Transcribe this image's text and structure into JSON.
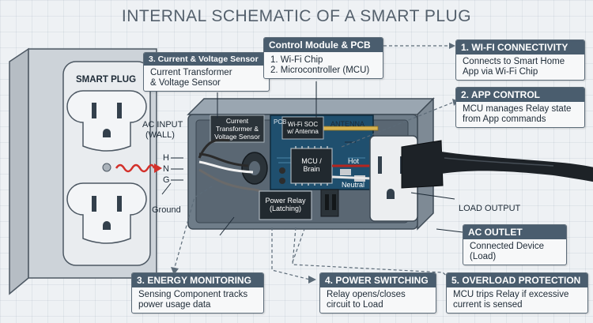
{
  "title": "INTERNAL SCHEMATIC OF A SMART PLUG",
  "wall": {
    "label": "SMART PLUG"
  },
  "ac_input": {
    "line1": "AC INPUT",
    "line2": "(WALL)",
    "h": "H",
    "n": "N",
    "g": "G",
    "ground": "Ground"
  },
  "pcb": {
    "pcb_label": "PCB",
    "antenna_label": "ANTENNA",
    "wifi_soc_line1": "Wi-Fi SOC",
    "wifi_soc_line2": "w/ Antenna",
    "mcu_line1": "MCU /",
    "mcu_line2": "Brain",
    "ct_line1": "Current",
    "ct_line2": "Transformer &",
    "ct_line3": "Voltage Sensor",
    "relay_line1": "Power Relay",
    "relay_line2": "(Latching)",
    "hot": "Hot",
    "neutral": "Neutral"
  },
  "load_output": "LOAD OUTPUT",
  "boxes": {
    "sensor": {
      "header": "3. Current & Voltage Sensor",
      "lines": [
        "Current Transformer",
        "& Voltage Sensor"
      ]
    },
    "control": {
      "header": "Control Module & PCB",
      "lines": [
        "1. Wi-Fi Chip",
        "2. Microcontroller (MCU)"
      ]
    },
    "wifi": {
      "header": "1. WI-FI CONNECTIVITY",
      "lines": [
        "Connects to Smart Home",
        "App via Wi-Fi Chip"
      ]
    },
    "app": {
      "header": "2. APP CONTROL",
      "lines": [
        "MCU manages Relay state",
        "from App commands"
      ]
    },
    "outlet": {
      "header": "AC OUTLET",
      "lines": [
        "Connected Device",
        "(Load)"
      ]
    },
    "energy": {
      "header": "3. ENERGY MONITORING",
      "lines": [
        "Sensing Component tracks",
        "power usage data"
      ]
    },
    "switching": {
      "header": "4. POWER SWITCHING",
      "lines": [
        "Relay opens/closes",
        "circuit to Load"
      ]
    },
    "overload": {
      "header": "5. OVERLOAD PROTECTION",
      "lines": [
        "MCU trips Relay if excessive",
        "current is sensed"
      ]
    }
  },
  "colors": {
    "header_bg": "#4a5d6e",
    "housing": "#6f7d89",
    "pcb": "#1f4f6e",
    "wave": "#d3302a"
  }
}
